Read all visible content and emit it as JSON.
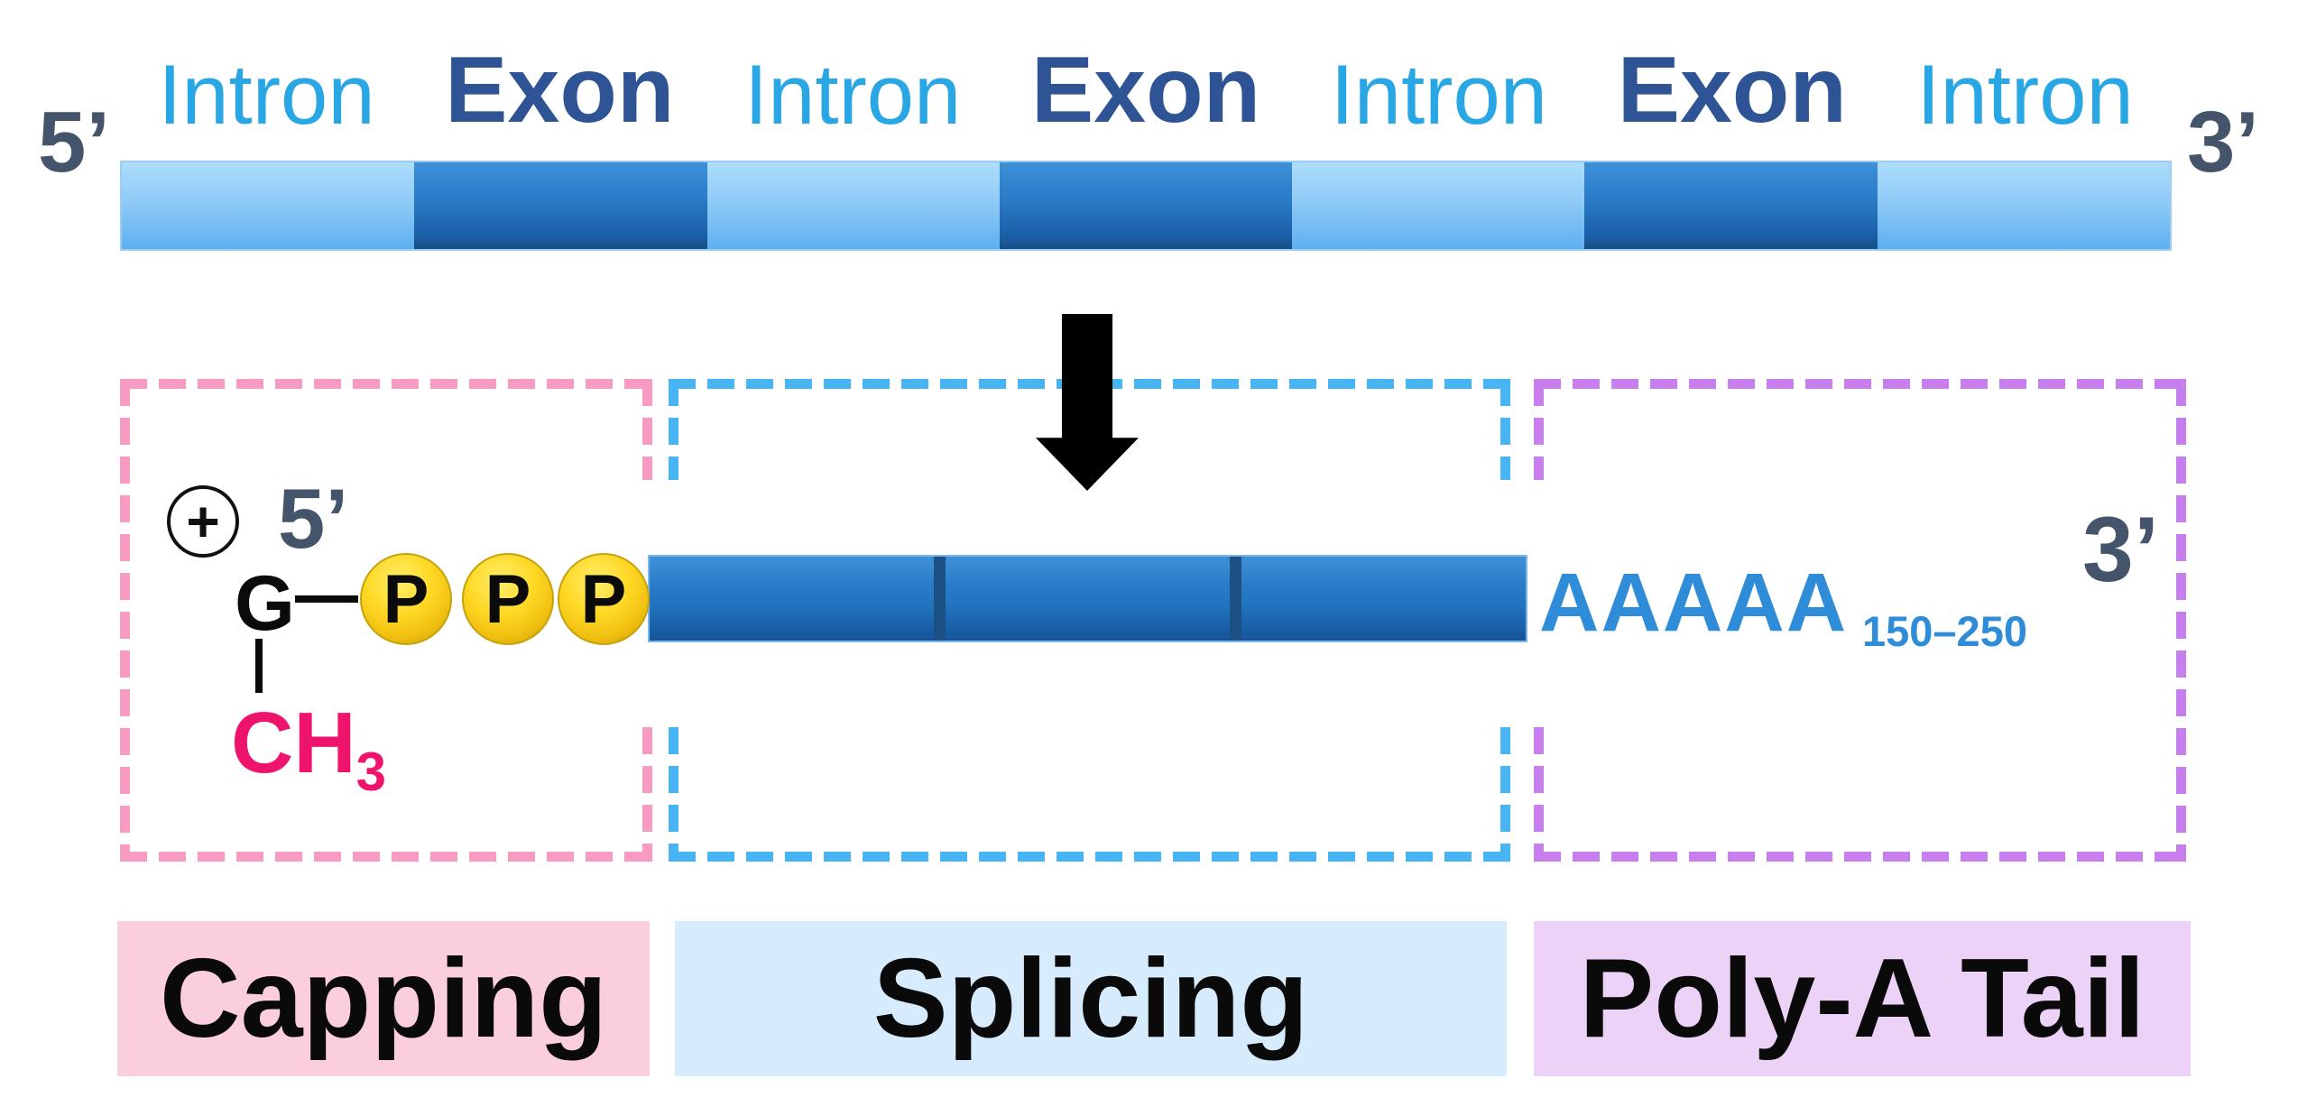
{
  "pre_mrna": {
    "five_prime": "5’",
    "three_prime": "3’",
    "segments": [
      {
        "type": "intron",
        "label": "Intron"
      },
      {
        "type": "exon",
        "label": "Exon"
      },
      {
        "type": "intron",
        "label": "Intron"
      },
      {
        "type": "exon",
        "label": "Exon"
      },
      {
        "type": "intron",
        "label": "Intron"
      },
      {
        "type": "exon",
        "label": "Exon"
      },
      {
        "type": "intron",
        "label": "Intron"
      }
    ]
  },
  "mature_mrna": {
    "plus_sign": "+",
    "five_prime": "5’",
    "guanine": "G",
    "phosphates": [
      "P",
      "P",
      "P"
    ],
    "methyl": {
      "base": "CH",
      "subscript": "3"
    },
    "exon_segment_count": 3,
    "poly_a_sequence": "AAAAA",
    "poly_a_count_range": "150–250",
    "three_prime": "3’"
  },
  "processes": [
    {
      "label": "Capping"
    },
    {
      "label": "Splicing"
    },
    {
      "label": "Poly-A Tail"
    }
  ],
  "icons": {
    "arrow": "down-arrow",
    "plus": "plus-circle-icon"
  },
  "colors": {
    "intron_label": "#29A7E5",
    "exon_label": "#2E5496",
    "prime_label": "#44546A",
    "intron_fill_top": "#ACDDFB",
    "intron_fill_bottom": "#5EB0F0",
    "exon_fill_top": "#3E90D6",
    "exon_fill_bottom": "#164E85",
    "arrow": "#000000",
    "phosphate_fill": "#FFD824",
    "methyl_text": "#EE146B",
    "poly_a_text": "#2E8CD8",
    "mrna_divider": "#1C5186",
    "capping_dash": "#F79BC2",
    "splicing_dash": "#47B5F3",
    "polya_dash": "#C77FEE",
    "capping_fill": "#FBCEDF",
    "splicing_fill": "#D6EBFB",
    "polya_fill": "#EDD2F8"
  }
}
